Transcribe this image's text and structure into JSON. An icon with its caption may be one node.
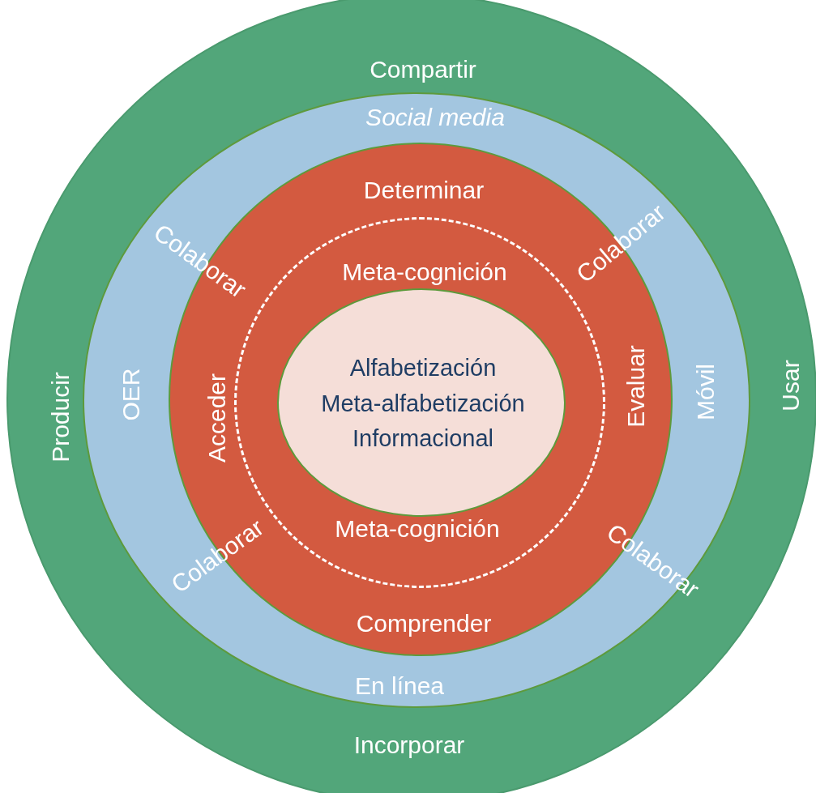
{
  "diagram": {
    "nodes": [
      {
        "text": [
          "Compartir",
          "Producir",
          "Usar",
          "Incorporar"
        ]
      },
      {
        "text": [
          "Social media",
          "OER",
          "Móvil",
          "En línea"
        ],
        "in": 0
      },
      {
        "text": [
          "Determinar",
          "Acceder",
          "Evaluar",
          "Comprender"
        ],
        "in": 1
      },
      {
        "text": [
          "Meta-cognición",
          "Meta-cognición"
        ],
        "in": 2
      },
      {
        "text": [
          "Alfabetización Meta-alfabetización Informacional"
        ],
        "in": 3
      }
    ],
    "labels": [
      "Colaborar",
      "Colaborar",
      "Colaborar",
      "Colaborar"
    ]
  }
}
